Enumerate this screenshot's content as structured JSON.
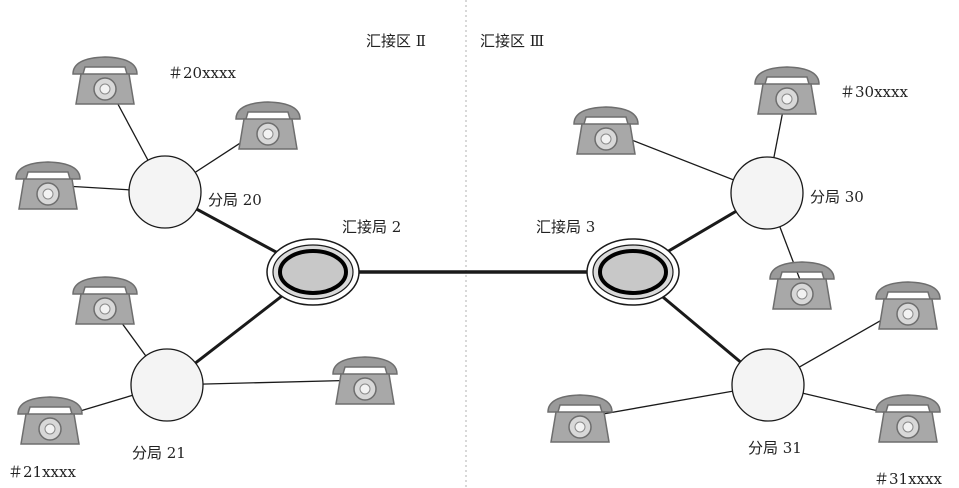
{
  "regions": {
    "left": "汇接区 Ⅱ",
    "right": "汇接区 Ⅲ"
  },
  "tandems": {
    "t2": "汇接局 2",
    "t3": "汇接局 3"
  },
  "branches": {
    "b20": "分局 20",
    "b21": "分局 21",
    "b30": "分局 30",
    "b31": "分局 31"
  },
  "numbers": {
    "n20": "＃20xxxx",
    "n21": "＃21xxxx",
    "n30": "＃30xxxx",
    "n31": "＃31xxxx"
  },
  "colors": {
    "phone": "#9a9a9a",
    "tandem_fill": "#c8c8c8",
    "line": "#1a1a1a"
  }
}
